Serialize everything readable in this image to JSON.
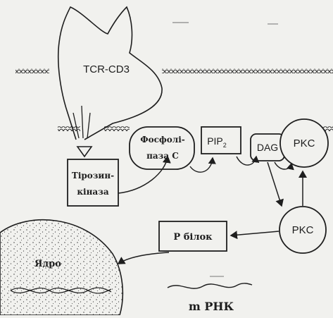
{
  "labels": {
    "receptor": "TCR-CD3",
    "tyrosine_kinase_line1": "Тірозин-",
    "tyrosine_kinase_line2": "кіназа",
    "phospholipase_line1": "Фосфолі-",
    "phospholipase_line2": "паза С",
    "pip2_main": "PIP",
    "pip2_sub": "2",
    "dag": "DAG",
    "pkc_membrane": "PKC",
    "pkc_cytoplasm": "PKC",
    "p_protein": "Р білок",
    "nucleus": "Ядро",
    "mrna": "m РНК"
  },
  "colors": {
    "ink": "#1e1e1e",
    "background": "#f1f1ee"
  }
}
